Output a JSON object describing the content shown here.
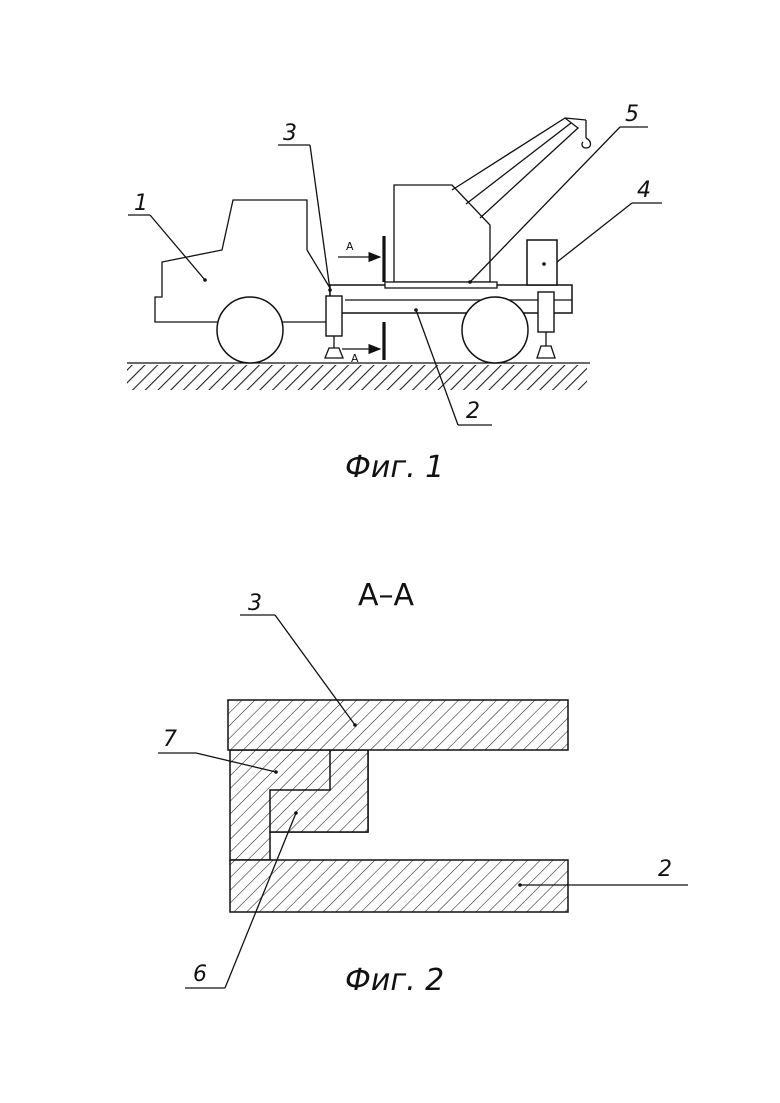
{
  "figure1": {
    "caption": "Фиг. 1",
    "labels": {
      "l1": "1",
      "l2": "2",
      "l3": "3",
      "l4": "4",
      "l5": "5"
    },
    "section_mark_upper": "A",
    "section_mark_lower": "A"
  },
  "figure2": {
    "caption": "Фиг. 2",
    "section_title": "A–A",
    "labels": {
      "l2": "2",
      "l3": "3",
      "l6": "6",
      "l7": "7"
    }
  }
}
